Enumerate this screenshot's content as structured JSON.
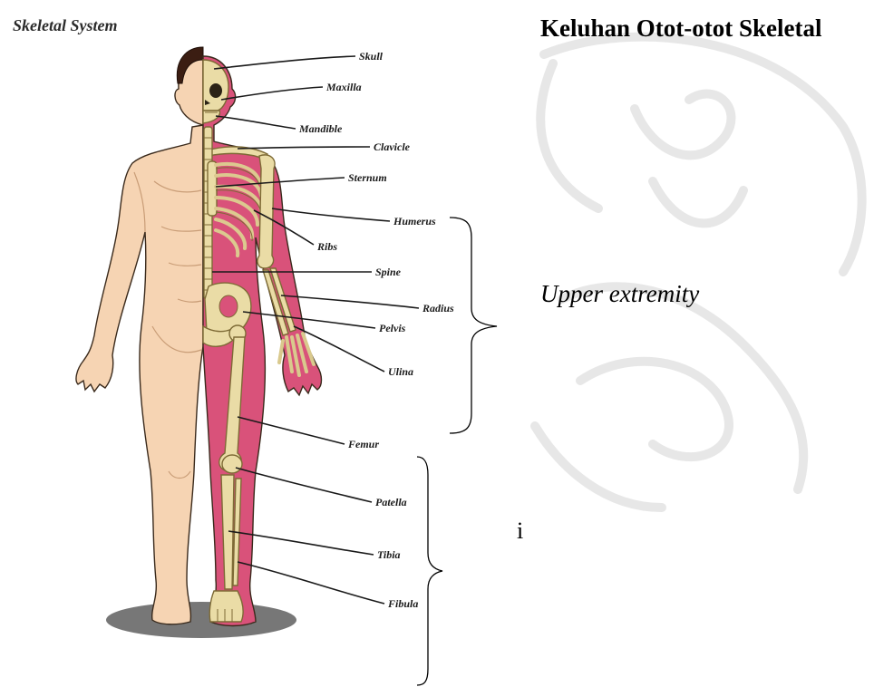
{
  "figure_title": "Skeletal System",
  "heading": "Keluhan Otot-otot Skeletal",
  "upper_extremity_label": "Upper extremity",
  "stray_mark": "i",
  "bone_labels": {
    "skull": "Skull",
    "maxilla": "Maxilla",
    "mandible": "Mandible",
    "clavicle": "Clavicle",
    "sternum": "Sternum",
    "humerus": "Humerus",
    "ribs": "Ribs",
    "spine": "Spine",
    "radius": "Radius",
    "pelvis": "Pelvis",
    "ulna": "Ulina",
    "femur": "Femur",
    "patella": "Patella",
    "tibia": "Tibia",
    "fibula": "Fibula"
  },
  "colors": {
    "skin": "#f6d4b3",
    "muscle": "#d9527a",
    "bone": "#eadca6",
    "watermark": "#e7e7e7"
  }
}
